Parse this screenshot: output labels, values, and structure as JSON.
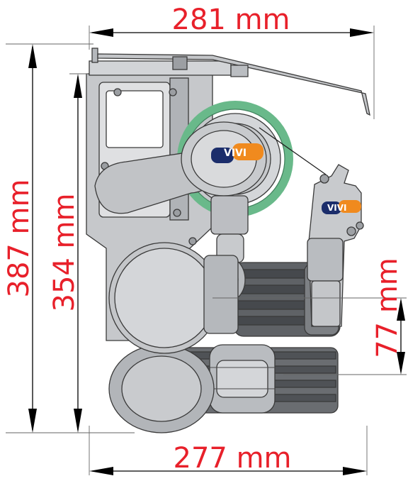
{
  "drawing": {
    "dimensions": {
      "top_width": "281 mm",
      "bottom_width": "277 mm",
      "outer_height": "387 mm",
      "inner_height": "354 mm",
      "offset_height": "77 mm"
    },
    "logo_text": "VIVI"
  },
  "colors": {
    "dimension_text": "#e8202a",
    "body_gray": "#c4c6c9",
    "body_light": "#e7e8ea",
    "body_dark": "#8f9296",
    "track_dark": "#5c5f63",
    "ring_green": "#69b98a",
    "logo_navy": "#1b2d6b",
    "logo_orange": "#f08a1e"
  }
}
